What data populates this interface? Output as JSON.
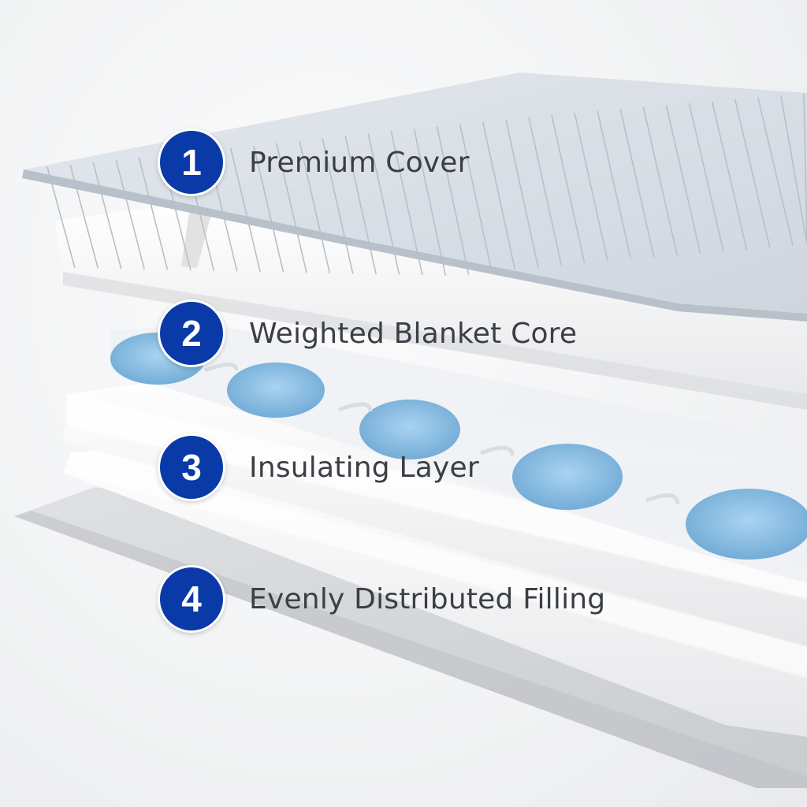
{
  "colors": {
    "badge": "#0a3aa8",
    "label_text": "#3b3f45",
    "cover": "#dde3ea",
    "cover_stitch": "#b9c3ce",
    "fabric_white": "#f6f6f6",
    "pocket_fill": "#8fc3e8",
    "base_layer": "#d6d8db"
  },
  "callouts": [
    {
      "number": "1",
      "label": "Premium Cover"
    },
    {
      "number": "2",
      "label": "Weighted Blanket Core"
    },
    {
      "number": "3",
      "label": "Insulating Layer"
    },
    {
      "number": "4",
      "label": "Evenly Distributed Filling"
    }
  ]
}
